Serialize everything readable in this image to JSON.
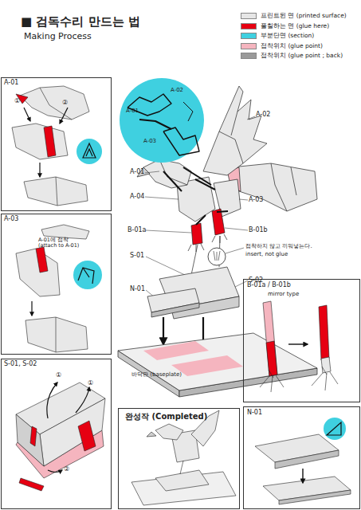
{
  "diagram": {
    "title": "■ 검독수리 만드는 법",
    "nodes": [
      {
        "text": [
          "A-01"
        ]
      },
      {
        "text": [
          "A-02",
          "A-01",
          "A-03"
        ]
      },
      {
        "text": [
          "A-03"
        ]
      },
      {
        "text": [
          "B-01a / B-01b",
          "mirror type"
        ]
      },
      {
        "text": [
          "S-01, S-02"
        ]
      },
      {
        "text": [
          "완성작 (Completed)"
        ]
      },
      {
        "text": [
          "N-01"
        ]
      }
    ],
    "labels": [
      "Making Process",
      "①",
      "②",
      "A-02",
      "A-01",
      "A-04",
      "A-03",
      "A-01에 접착 (attach to A-01)",
      "B-01a",
      "B-01b",
      "접착하지 않고 끼워넣는다.",
      "insert, not glue",
      "S-01",
      "S-02",
      "N-01",
      "바닥판 (baseplate)",
      "①",
      "①",
      "②"
    ],
    "legend": [
      {
        "text": "프린트된 면 (printed surface)",
        "color": "#e6e6e6"
      },
      {
        "text": "풀칠하는 면 (glue here)",
        "color": "#e60012"
      },
      {
        "text": "부분단면 (section)",
        "color": "#3fd0e0"
      },
      {
        "text": "접착위치 (glue point)",
        "color": "#f5b5bf"
      },
      {
        "text": "접착위치 (glue point ; back)",
        "color": "#9a9a9a"
      }
    ]
  }
}
